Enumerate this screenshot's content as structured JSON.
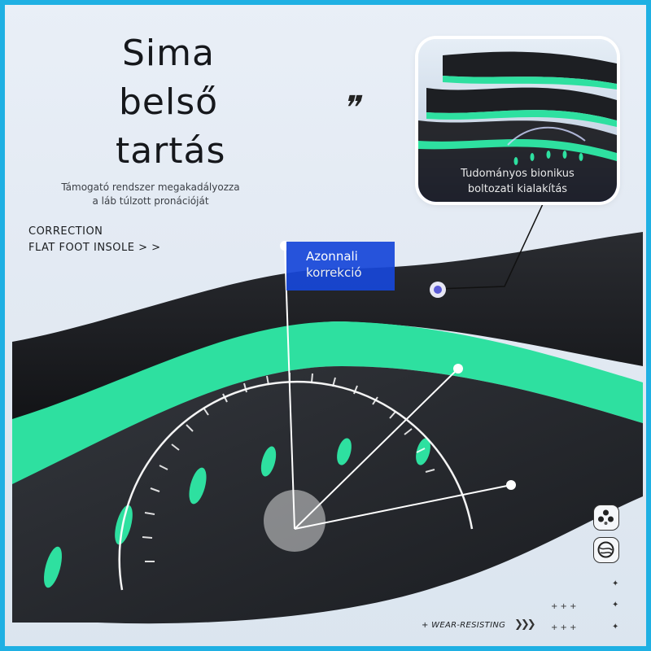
{
  "headline": {
    "line1": "Sima",
    "line2": "belső",
    "line3": "tartás"
  },
  "subtitle": {
    "line1": "Támogató rendszer megakadályozza",
    "line2": "a láb túlzott pronációját"
  },
  "tagline": {
    "line1": "CORRECTION",
    "line2": "FLAT FOOT INSOLE > >"
  },
  "inset": {
    "caption_line1": "Tudományos bionikus",
    "caption_line2": "boltozati kialakítás"
  },
  "callout": {
    "line1": "Azonnali",
    "line2": "korrekció"
  },
  "footer": {
    "wear_label": "+ WEAR-RESISTING",
    "chevrons": "❯❯❯"
  },
  "icons": [
    "quote-icon",
    "particles-icon",
    "globe-icon",
    "sparkle-icon"
  ],
  "colors": {
    "frame": "#1fb0e3",
    "accent_green": "#2ee0a0",
    "insole_black": "#1c1e22",
    "label_blue": "#1747d9",
    "knob_purple": "#5b5bd6"
  }
}
